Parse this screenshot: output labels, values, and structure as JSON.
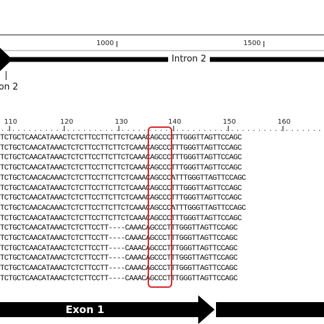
{
  "header_track": {
    "ticks": [
      {
        "label": "1000"
      },
      {
        "label": "1500"
      }
    ],
    "intron_label": "Intron 2",
    "exon_label_partial": "on 2"
  },
  "ruler": {
    "labels": [
      "110",
      "120",
      "130",
      "140",
      "150",
      "160"
    ]
  },
  "alignment": {
    "rows": [
      "TCTGCTCAACATAAACTCTCTTCCTTCTTCTCAAACAGCCCTTTGGGTTAGTTCCAGC",
      "TCTGCTCAACATAAACTCTCTTCCTTCTTCTCAAACAGCCCTTTGGGTTAGTTCCAGC",
      "TCTGCTCAACATAAACTCTCTTCCTTCTTCTCAAACAGCCCTTTGGGTTAGTTCCAGC",
      "TCTGCTCAACATAAACTCTCTTCCTTCTTCTCAAACAGCCCTTTGGGTTAGTTCCAGC",
      "TCTGCTCAACACAAACTCTCTTCCTTCTTCTCAAACAGCCCATTTGGGTTAGTTCCAGC",
      "TCTGCTCAACATAAACTCTCTTCCTTCTTCTCAAACAGCCCTTTGGGTTAGTTCCAGC",
      "TCTGCTCAACATAAACTCTCTTCCTTCTTCTCAAACAGCCCTTTGGGTTAGTTCCAGC",
      "TCTGCTCAACACAAACTCTCTTCCTTCTTCTCAAACAGCCCATTTGGGTTAGTTCCAGC",
      "TCTGCTCAACATAAACTCTCTTCCTTCTTCTCAAACAGCCCTTTGGGTTAGTTCCAGC",
      "TCTGCTCAACATAAACTCTCTTCCTT----CAAACAGCCCTTTGGGTTAGTTCCAGC",
      "TCTGCTCAACATAAACTCTCTTCCTT----CAAACAGCCCTTTGGGTTAGTTCCAGC",
      "TCTGCTCAACATAAACTCTCTTCCTT----CAAACAGCCCTTTGGGTTAGTTCCAGC",
      "TCTGCTCAACATAAACTCTCTTCCTT----CAAACAGCCCTTTGGGTTAGTTCCAGC",
      "TCTGCTCAACATAAACTCTCTTCCTT----CAAACAGCCCTTTGGGTTAGTTCCAGC",
      "TCTGCTCAACATAAACTCTCTTCCTT----CAAACAGCCCTTTGGGTTAGTTCCAGC"
    ]
  },
  "exon_track": {
    "label": "Exon 1"
  },
  "colors": {
    "highlight": "#d6262b",
    "track": "#000000"
  }
}
